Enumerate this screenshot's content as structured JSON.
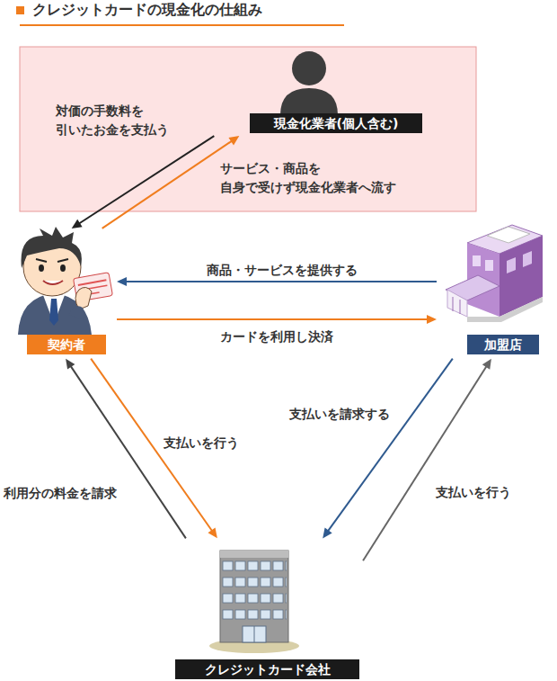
{
  "diagram": {
    "title": "クレジットカードの現金化の仕組み",
    "nodes": [
      {
        "text": [
          "現金化業者(個人含む)"
        ]
      },
      {
        "text": [
          "契約者"
        ]
      },
      {
        "text": [
          "加盟店"
        ]
      },
      {
        "text": [
          "クレジットカード会社"
        ]
      }
    ],
    "edges": [
      {
        "from": 0,
        "to": 1,
        "label": "対価の手数料を 引いたお金を支払う",
        "arrow": "to"
      },
      {
        "from": 1,
        "to": 0,
        "label": "サービス・商品を 自身で受けず現金化業者へ流す",
        "arrow": "to"
      },
      {
        "from": 2,
        "to": 1,
        "label": "商品・サービスを提供する",
        "arrow": "to"
      },
      {
        "from": 1,
        "to": 2,
        "label": "カードを利用し決済",
        "arrow": "to"
      },
      {
        "from": 1,
        "to": 3,
        "label": "支払いを行う",
        "arrow": "to"
      },
      {
        "from": 3,
        "to": 1,
        "label": "利用分の料金を請求",
        "arrow": "to"
      },
      {
        "from": 2,
        "to": 3,
        "label": "支払いを請求する",
        "arrow": "to"
      },
      {
        "from": 3,
        "to": 2,
        "label": "支払いを行う",
        "arrow": "to"
      }
    ]
  }
}
